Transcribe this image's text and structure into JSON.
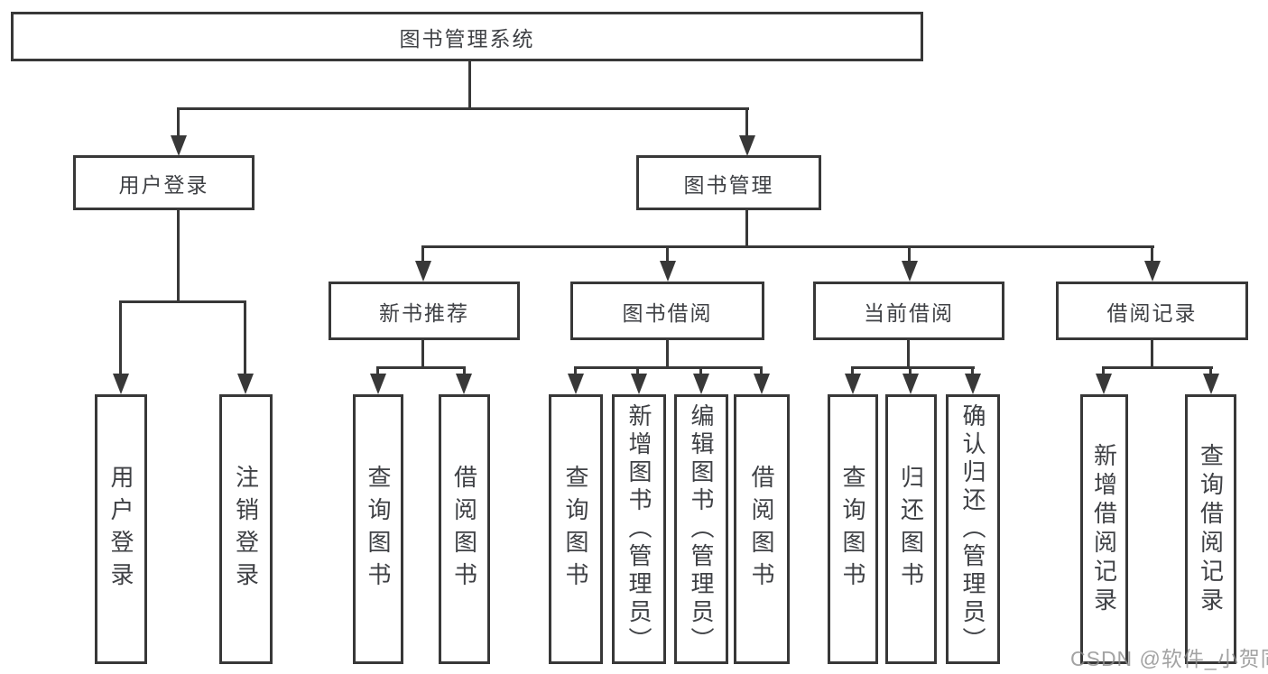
{
  "root": {
    "label": "图书管理系统"
  },
  "user_login": {
    "label": "用户登录",
    "children": [
      {
        "label": "用户登录"
      },
      {
        "label": "注销登录"
      }
    ]
  },
  "book_mgmt": {
    "label": "图书管理"
  },
  "new_books": {
    "label": "新书推荐",
    "children": [
      {
        "label": "查询图书"
      },
      {
        "label": "借阅图书"
      }
    ]
  },
  "book_borrow": {
    "label": "图书借阅",
    "children": [
      {
        "label": "查询图书"
      },
      {
        "label": "新增图书（管理员）"
      },
      {
        "label": "编辑图书（管理员）"
      },
      {
        "label": "借阅图书"
      }
    ]
  },
  "current_borrow": {
    "label": "当前借阅",
    "children": [
      {
        "label": "查询图书"
      },
      {
        "label": "归还图书"
      },
      {
        "label": "确认归还（管理员）"
      }
    ]
  },
  "borrow_records": {
    "label": "借阅记录",
    "children": [
      {
        "label": "新增借阅记录"
      },
      {
        "label": "查询借阅记录"
      }
    ]
  },
  "watermark": {
    "text": "CSDN @软件_小贺同学"
  },
  "colors": {
    "line": "#383838",
    "text": "#3f4145",
    "watermark": "#a8a8a8",
    "background": "#ffffff"
  }
}
